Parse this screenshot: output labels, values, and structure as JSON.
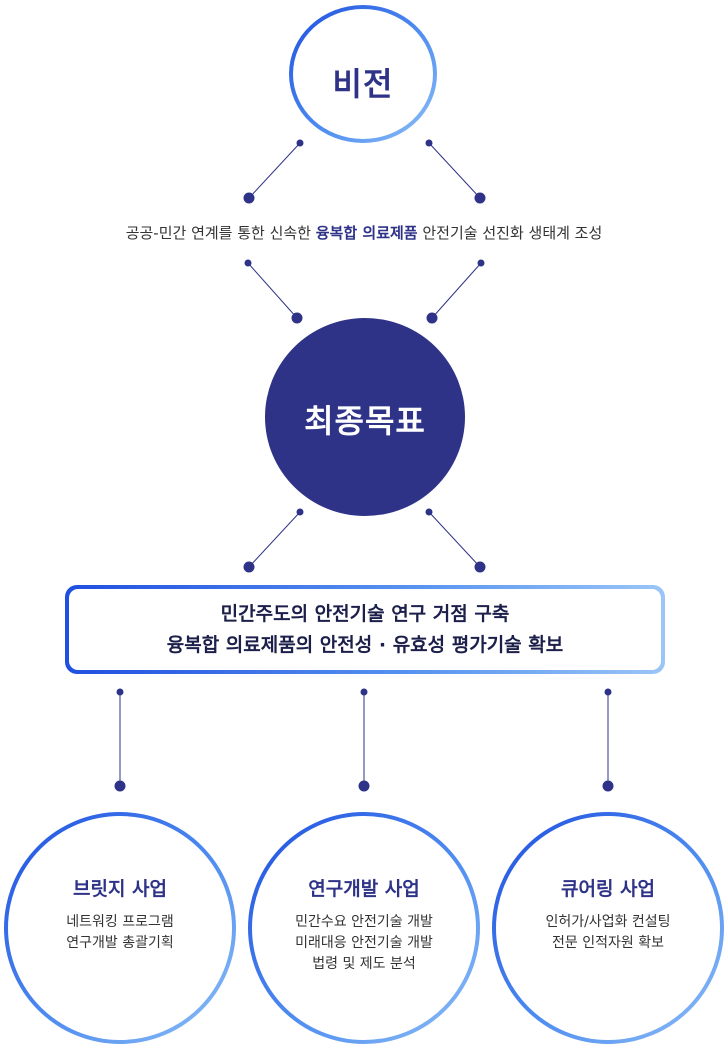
{
  "vision": {
    "title": "비전",
    "statement_pre": "공공-민간 연계를 통한 신속한 ",
    "statement_bold": "융복합 의료제품",
    "statement_post": " 안전기술 선진화 생태계 조성"
  },
  "final_goal": {
    "title": "최종목표",
    "lines": [
      "민간주도의 안전기술 연구 거점 구축",
      "융복합 의료제품의 안전성 · 유효성 평가기술 확보"
    ]
  },
  "businesses": [
    {
      "title": "브릿지 사업",
      "lines": [
        "네트워킹 프로그램",
        "연구개발 총괄기획"
      ]
    },
    {
      "title": "연구개발 사업",
      "lines": [
        "민간수요 안전기술 개발",
        "미래대응 안전기술 개발",
        "법령 및 제도 분석"
      ]
    },
    {
      "title": "큐어링 사업",
      "lines": [
        "인허가/사업화 컨설팅",
        "전문 인적자원 확보"
      ]
    }
  ],
  "colors": {
    "navy": "#2e3388",
    "blue_start": "#1f4fe0",
    "blue_end": "#8fc0f7"
  }
}
